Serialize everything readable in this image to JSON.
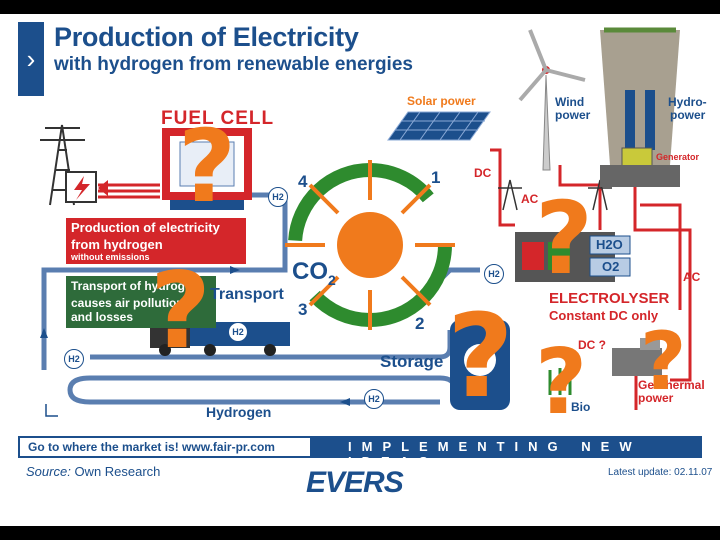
{
  "header": {
    "title": "Production of Electricity",
    "subtitle": "with hydrogen from renewable energies",
    "chevron": "›"
  },
  "labels": {
    "fuel_cell": "FUEL CELL",
    "solar_power": "Solar power",
    "wind_power_1": "Wind",
    "wind_power_2": "power",
    "hydro_power_1": "Hydro-",
    "hydro_power_2": "power",
    "generator": "Generator",
    "dc": "DC",
    "ac_left": "AC",
    "ac_right": "AC",
    "production_line1": "Production of electricity",
    "production_line2": "from hydrogen",
    "production_line3": "without emissions",
    "transport_line1": "Transport of hydrogen",
    "transport_line2": "causes air pollution",
    "transport_line3": "and losses",
    "transport": "Transport",
    "co2": "CO",
    "co2_sub": "2",
    "cycle_1": "1",
    "cycle_2": "2",
    "cycle_3": "3",
    "cycle_4": "4",
    "storage": "Storage",
    "hydrogen": "Hydrogen",
    "electrolyser": "ELECTROLYSER",
    "constant_dc": "Constant DC only",
    "h2o": "H2O",
    "o2": "O2",
    "dc_q": "DC ?",
    "bio": "Bio",
    "geothermal_1": "Geothermal",
    "geothermal_2": "power",
    "h2": "H2",
    "storage_h": "H"
  },
  "footer": {
    "link_text": "Go to where the market is!   www.fair-pr.com",
    "tagline": "IMPLEMENTING NEW IDEAS",
    "source_label": "Source:",
    "source_value": "Own Research",
    "logo": "EVERS",
    "latest_update": "Latest update: 02.11.07"
  },
  "overlay": {
    "question_mark": "?"
  },
  "colors": {
    "brand_blue": "#1c4f8c",
    "red": "#d4262a",
    "orange": "#f07a1c",
    "green": "#2e8b2e",
    "pipe": "#5a7eb0"
  }
}
